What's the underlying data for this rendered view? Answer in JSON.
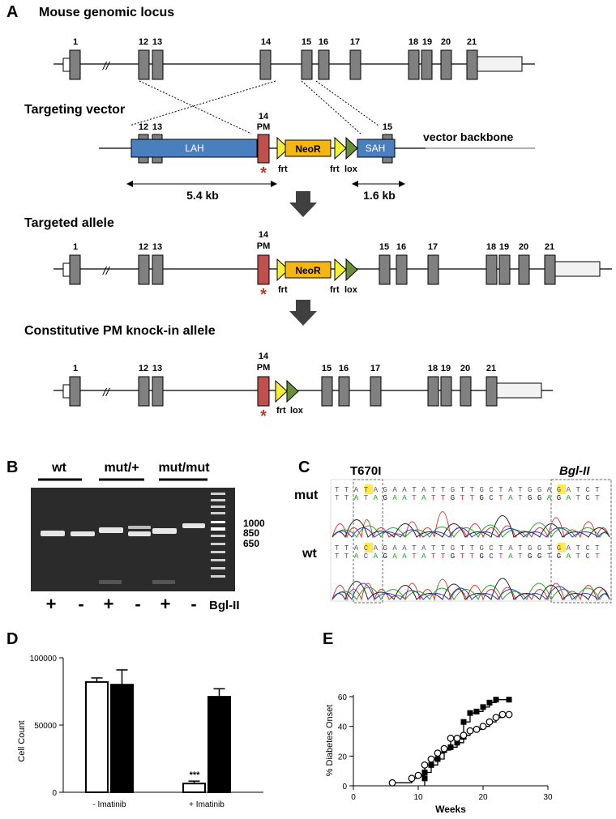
{
  "panelA": {
    "label": "A",
    "rows": [
      {
        "title": "Mouse genomic locus"
      },
      {
        "title": "Targeting vector"
      },
      {
        "title": "Targeted allele"
      },
      {
        "title": "Constitutive PM knock-in allele"
      }
    ],
    "exon_labels": [
      "1",
      "12",
      "13",
      "14",
      "15",
      "16",
      "17",
      "18",
      "19",
      "20",
      "21"
    ],
    "vector_labels": {
      "e12": "12",
      "e13": "13",
      "e14": "14",
      "pm": "PM",
      "e15": "15",
      "lah": "LAH",
      "sah": "SAH",
      "neo": "NeoR",
      "backbone": "vector backbone",
      "frt": "frt",
      "frt2": "frt",
      "lox": "lox",
      "len1": "5.4 kb",
      "len2": "1.6 kb",
      "break": "//",
      "star": "*"
    },
    "colors": {
      "exon": "#808080",
      "lah": "#4a7fbf",
      "neo": "#f5b70f",
      "pm": "#c0504d",
      "frt": "#f5f032",
      "lox": "#6a8f3a",
      "star": "#c0392b",
      "utr": "#f2f2f2"
    }
  },
  "panelB": {
    "label": "B",
    "groups": [
      "wt",
      "mut/+",
      "mut/mut"
    ],
    "markers": [
      "1000",
      "850",
      "650"
    ],
    "lane_signs": [
      "+",
      "-",
      "+",
      "-",
      "+",
      "-"
    ],
    "enzyme": "Bgl-II"
  },
  "panelC": {
    "label": "C",
    "site1": "T670I",
    "site2": "Bgl-II",
    "rows": [
      {
        "name": "mut",
        "seq": "TTATAGAATATTGTTGCTATGGAGATCT"
      },
      {
        "name": "wt",
        "seq": "TTACAGAATATTGTTGCTATGGTGATCT"
      }
    ]
  },
  "panelD": {
    "label": "D",
    "chart_data": {
      "type": "bar",
      "ylabel": "Cell Count",
      "categories": [
        "- Imatinib",
        "+ Imatinib"
      ],
      "ylim": [
        0,
        100000
      ],
      "yticks": [
        "0",
        "50000",
        "100000"
      ],
      "series": [
        {
          "fill": "#ffffff",
          "values": [
            82000,
            6500
          ],
          "errors": [
            3000,
            1800
          ]
        },
        {
          "fill": "#000000",
          "values": [
            80000,
            71000
          ],
          "errors": [
            11000,
            6000
          ]
        }
      ],
      "annotations": [
        "***"
      ]
    }
  },
  "panelE": {
    "label": "E",
    "chart_data": {
      "type": "line",
      "xlabel": "Weeks",
      "ylabel": "% Diabetes Onset",
      "xlim": [
        0,
        30
      ],
      "ylim": [
        0,
        60
      ],
      "xticks": [
        "0",
        "10",
        "20",
        "30"
      ],
      "yticks": [
        "0",
        "20",
        "40",
        "60"
      ],
      "series": [
        {
          "marker": "filled-square",
          "x": [
            11,
            11,
            12,
            13,
            14,
            15,
            16,
            17,
            17,
            18,
            19,
            20,
            21,
            22,
            24
          ],
          "y": [
            5,
            9,
            14,
            18,
            24,
            26,
            29,
            33,
            43,
            49,
            50,
            53,
            56,
            58,
            58
          ]
        },
        {
          "marker": "open-circle",
          "x": [
            6,
            9,
            10,
            11,
            12,
            13,
            14,
            15,
            16,
            17,
            18,
            19,
            20,
            21,
            22,
            23,
            24
          ],
          "y": [
            2,
            5,
            7,
            14,
            18,
            22,
            25,
            32,
            32,
            34,
            37,
            38,
            40,
            43,
            46,
            48,
            48
          ]
        }
      ]
    }
  }
}
